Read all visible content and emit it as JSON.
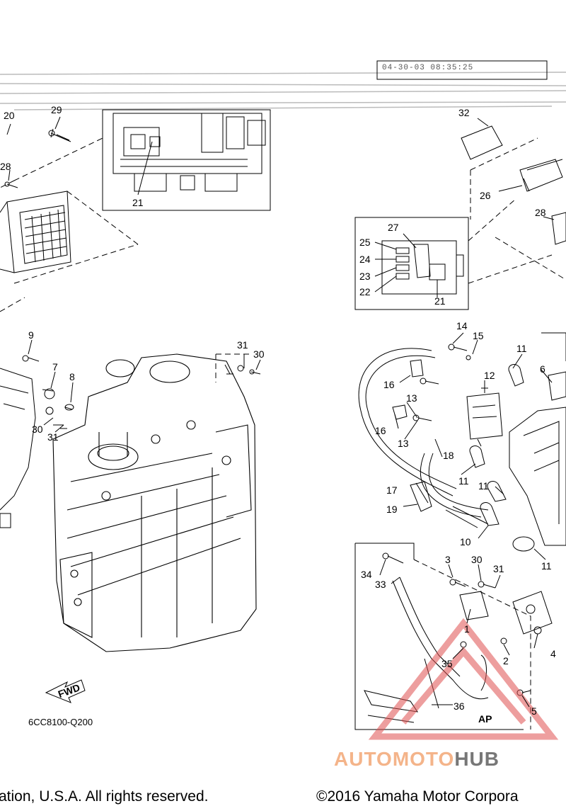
{
  "diagram": {
    "header_stamp": "04-30-03 08:35:25",
    "part_code": "6CC8100-Q200",
    "fwd_label": "FWD",
    "ap_label": "AP",
    "callouts": {
      "n1": "1",
      "n2": "2",
      "n3": "3",
      "n4": "4",
      "n5": "5",
      "n6": "6",
      "n7": "7",
      "n8": "8",
      "n9": "9",
      "n10": "10",
      "n11": "11",
      "n12": "12",
      "n13": "13",
      "n14": "14",
      "n15": "15",
      "n16": "16",
      "n17": "17",
      "n18": "18",
      "n19": "19",
      "n20": "20",
      "n21": "21",
      "n22": "22",
      "n23": "23",
      "n24": "24",
      "n25": "25",
      "n26": "26",
      "n27": "27",
      "n28": "28",
      "n29": "29",
      "n30": "30",
      "n31": "31",
      "n32": "32",
      "n33": "33",
      "n34": "34",
      "n35": "35",
      "n36": "36"
    }
  },
  "footer": {
    "copyright_left": "ation, U.S.A. All rights reserved.",
    "copyright_right": "©2016 Yamaha Motor Corpora"
  },
  "watermark": {
    "brand_a": "AUTOMOTO",
    "brand_b": "HUB"
  }
}
